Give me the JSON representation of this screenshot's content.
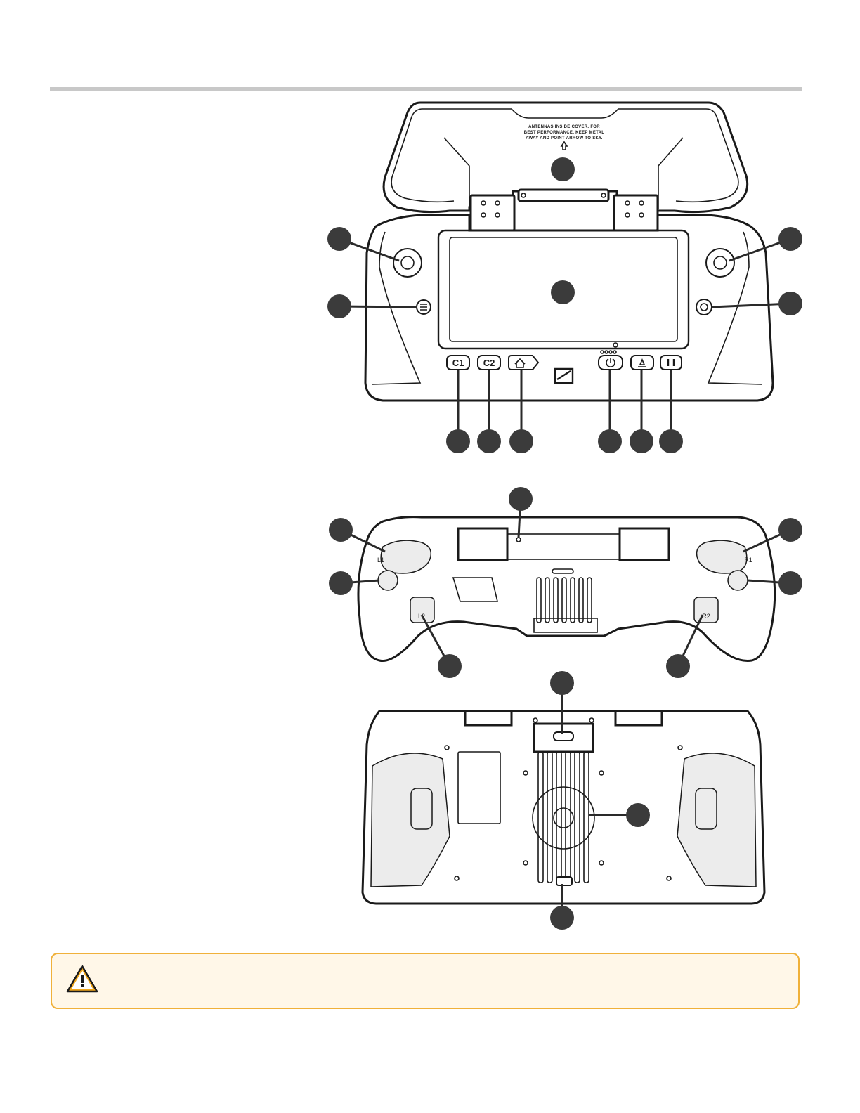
{
  "cover_text": {
    "line1": "ANTENNAS INSIDE COVER. FOR",
    "line2": "BEST PERFORMANCE, KEEP METAL",
    "line3": "AWAY AND POINT ARROW TO SKY."
  },
  "buttons": {
    "c1": "C1",
    "c2": "C2"
  },
  "back_labels": {
    "left_bumper": "L1",
    "right_bumper": "R1",
    "left_trigger": "L2",
    "right_trigger": "R2"
  },
  "warning": {
    "icon": "warning-triangle-icon",
    "text": ""
  },
  "colors": {
    "callout": "#3b3b3b",
    "warning_border": "#f0b13a",
    "warning_bg": "#fff7e8",
    "rule": "#c8c8c8"
  }
}
